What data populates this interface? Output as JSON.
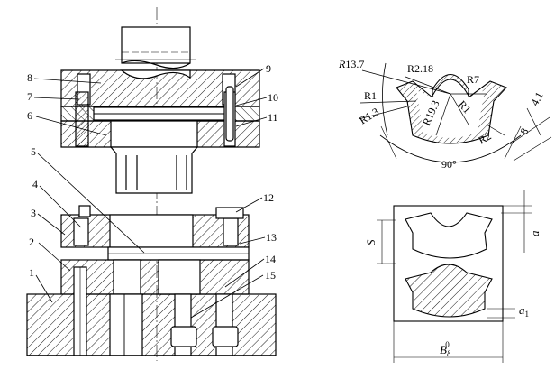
{
  "left_view": {
    "part_numbers": [
      "1",
      "2",
      "3",
      "4",
      "5",
      "6",
      "7",
      "8",
      "9",
      "10",
      "11",
      "12",
      "13",
      "14",
      "15"
    ]
  },
  "top_right_view": {
    "labels": {
      "r13_7": "R13.7",
      "r2_18": "R2.18",
      "r7": "R7",
      "r1_left": "R1",
      "r1_3": "R1.3",
      "r19_3": "R19.3",
      "r1_right": "R1",
      "r2": "R2",
      "dim_4_1": "4.1",
      "dim_8": "8",
      "angle_90": "90°"
    }
  },
  "bottom_right_view": {
    "labels": {
      "s": "S",
      "a": "a",
      "a1": "a",
      "a1_sub": "1",
      "b": "B",
      "b_sub": "δ",
      "b_sup": "0"
    }
  },
  "colors": {
    "ink": "#000000",
    "paper": "#ffffff"
  }
}
